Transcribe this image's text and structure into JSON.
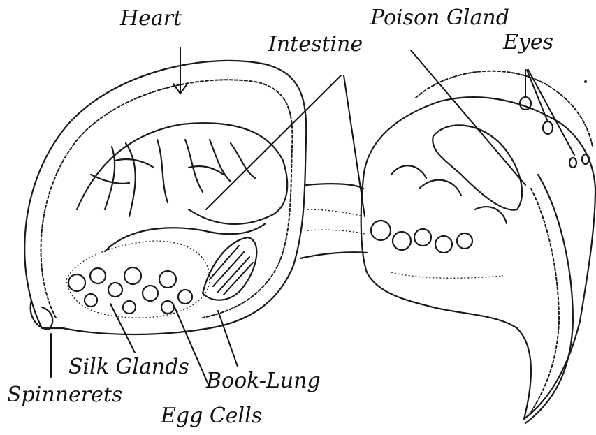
{
  "labels": {
    "heart": "Heart",
    "intestine": "Intestine",
    "poison_gland": "Poison Gland",
    "eyes": "Eyes",
    "silk_glands": "Silk Glands",
    "book_lung": "Book-Lung",
    "spinnerets": "Spinnerets",
    "egg_cells": "Egg Cells"
  },
  "colors": {
    "ink": "#111111",
    "paper": "#ffffff"
  }
}
